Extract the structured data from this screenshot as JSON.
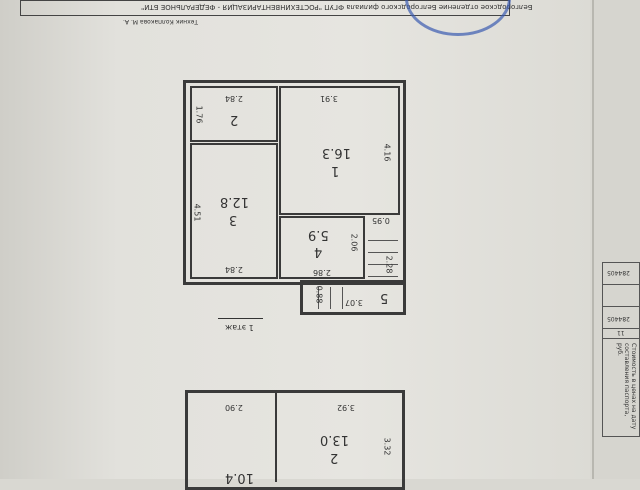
{
  "header": {
    "org_line": "Белгородское отделение Белгородского филиала ФГУП \"РОСТЕХИНВЕНТАРИЗАЦИЯ - ФЕДЕРАЛЬНОЕ БТИ\"",
    "technician": "Техник Колпакова М. А."
  },
  "plan_upper": {
    "floor_label": "1 этаж",
    "rooms": [
      {
        "number": "1",
        "area": "16.3",
        "width": "3.91",
        "length": "4.16"
      },
      {
        "number": "2",
        "width": "2.84",
        "length": "1.76"
      },
      {
        "number": "3",
        "area": "12.8",
        "width": "2.84",
        "length": "4.51"
      },
      {
        "number": "4",
        "area": "5.9",
        "width": "2.86",
        "length": "2.06"
      },
      {
        "number": "5",
        "width": "3.07",
        "length": "2.28",
        "extra": "0.95",
        "stair": "0.88"
      }
    ]
  },
  "plan_lower": {
    "rooms": [
      {
        "number": "2",
        "area": "13.0",
        "width": "3.92",
        "length": "3.32"
      },
      {
        "width": "2.90",
        "area": "10.4"
      }
    ]
  },
  "side_table": {
    "value1": "284405",
    "value2": "284405",
    "col": "11",
    "caption": "Стоимость в ценах на дату составления паспорта, руб."
  },
  "colors": {
    "stamp": "#3b5bb0",
    "ink": "#333333"
  }
}
